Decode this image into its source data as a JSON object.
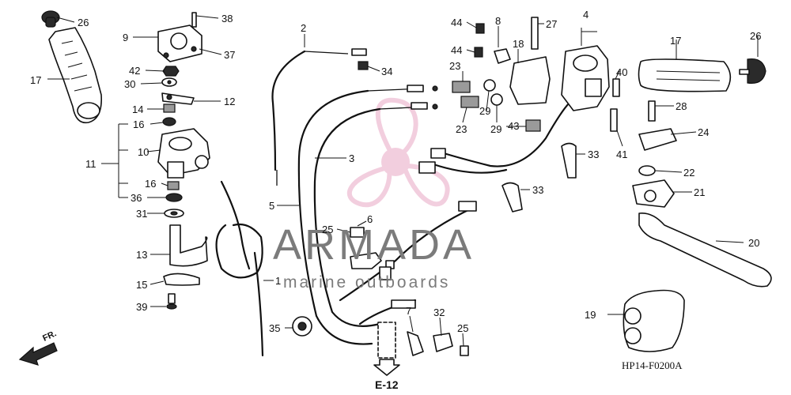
{
  "watermark": {
    "word": "ARMADA",
    "subtitle": "marine outboards",
    "logo_color": "#e8a7c4"
  },
  "diagram_code": "HP14-F0200A",
  "reference": "E-12",
  "direction": "FR.",
  "callouts": [
    {
      "id": "c26a",
      "label": "26"
    },
    {
      "id": "c17a",
      "label": "17"
    },
    {
      "id": "c9",
      "label": "9"
    },
    {
      "id": "c38",
      "label": "38"
    },
    {
      "id": "c37",
      "label": "37"
    },
    {
      "id": "c42",
      "label": "42"
    },
    {
      "id": "c30",
      "label": "30"
    },
    {
      "id": "c14",
      "label": "14"
    },
    {
      "id": "c12",
      "label": "12"
    },
    {
      "id": "c16a",
      "label": "16"
    },
    {
      "id": "c10",
      "label": "10"
    },
    {
      "id": "c11",
      "label": "11"
    },
    {
      "id": "c16b",
      "label": "16"
    },
    {
      "id": "c36",
      "label": "36"
    },
    {
      "id": "c31",
      "label": "31"
    },
    {
      "id": "c13",
      "label": "13"
    },
    {
      "id": "c15",
      "label": "15"
    },
    {
      "id": "c39",
      "label": "39"
    },
    {
      "id": "c2",
      "label": "2"
    },
    {
      "id": "c34",
      "label": "34"
    },
    {
      "id": "c3",
      "label": "3"
    },
    {
      "id": "c5",
      "label": "5"
    },
    {
      "id": "c1",
      "label": "1"
    },
    {
      "id": "c35",
      "label": "35"
    },
    {
      "id": "c25a",
      "label": "25"
    },
    {
      "id": "c6",
      "label": "6"
    },
    {
      "id": "c7",
      "label": "7"
    },
    {
      "id": "c32",
      "label": "32"
    },
    {
      "id": "c25b",
      "label": "25"
    },
    {
      "id": "c44a",
      "label": "44"
    },
    {
      "id": "c8",
      "label": "8"
    },
    {
      "id": "c44b",
      "label": "44"
    },
    {
      "id": "c27",
      "label": "27"
    },
    {
      "id": "c18",
      "label": "18"
    },
    {
      "id": "c23a",
      "label": "23"
    },
    {
      "id": "c29a",
      "label": "29"
    },
    {
      "id": "c23b",
      "label": "23"
    },
    {
      "id": "c29b",
      "label": "29"
    },
    {
      "id": "c43",
      "label": "43"
    },
    {
      "id": "c4",
      "label": "4"
    },
    {
      "id": "c40",
      "label": "40"
    },
    {
      "id": "c41",
      "label": "41"
    },
    {
      "id": "c33a",
      "label": "33"
    },
    {
      "id": "c33b",
      "label": "33"
    },
    {
      "id": "c17b",
      "label": "17"
    },
    {
      "id": "c26b",
      "label": "26"
    },
    {
      "id": "c28",
      "label": "28"
    },
    {
      "id": "c24",
      "label": "24"
    },
    {
      "id": "c22",
      "label": "22"
    },
    {
      "id": "c21",
      "label": "21"
    },
    {
      "id": "c20",
      "label": "20"
    },
    {
      "id": "c19",
      "label": "19"
    }
  ]
}
